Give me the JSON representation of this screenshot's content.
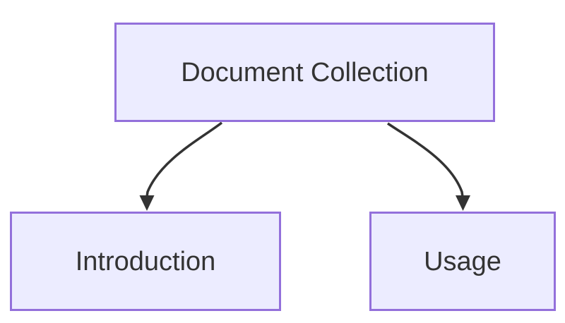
{
  "diagram": {
    "type": "flowchart",
    "direction": "top-down",
    "nodes": [
      {
        "id": "document-collection",
        "label": "Document Collection"
      },
      {
        "id": "introduction",
        "label": "Introduction"
      },
      {
        "id": "usage",
        "label": "Usage"
      }
    ],
    "edges": [
      {
        "from": "Document Collection",
        "to": "Introduction"
      },
      {
        "from": "Document Collection",
        "to": "Usage"
      }
    ],
    "colors": {
      "node_fill": "#ECECFF",
      "node_border": "#9370DB",
      "label_text": "#333333",
      "edge_stroke": "#333333",
      "background": "#FFFFFF"
    }
  }
}
